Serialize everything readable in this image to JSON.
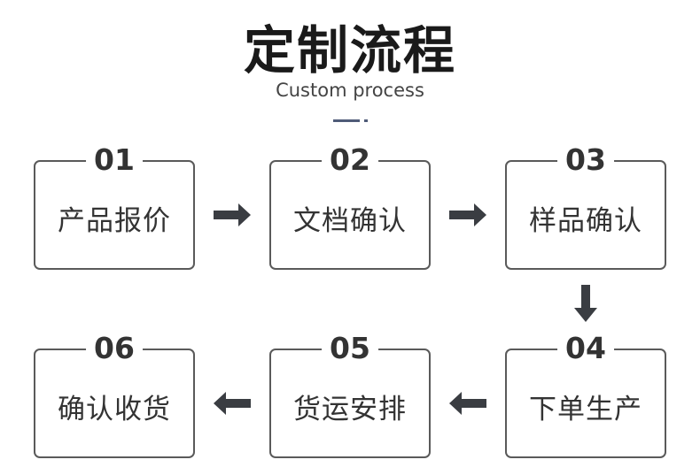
{
  "header": {
    "title": "定制流程",
    "subtitle": "Custom process"
  },
  "steps": [
    {
      "number": "01",
      "label": "产品报价"
    },
    {
      "number": "02",
      "label": "文档确认"
    },
    {
      "number": "03",
      "label": "样品确认"
    },
    {
      "number": "04",
      "label": "下单生产"
    },
    {
      "number": "05",
      "label": "货运安排"
    },
    {
      "number": "06",
      "label": "确认收货"
    }
  ],
  "colors": {
    "border": "#5a5a5a",
    "arrow": "#3a3d42",
    "accent": "#4f5b78"
  }
}
